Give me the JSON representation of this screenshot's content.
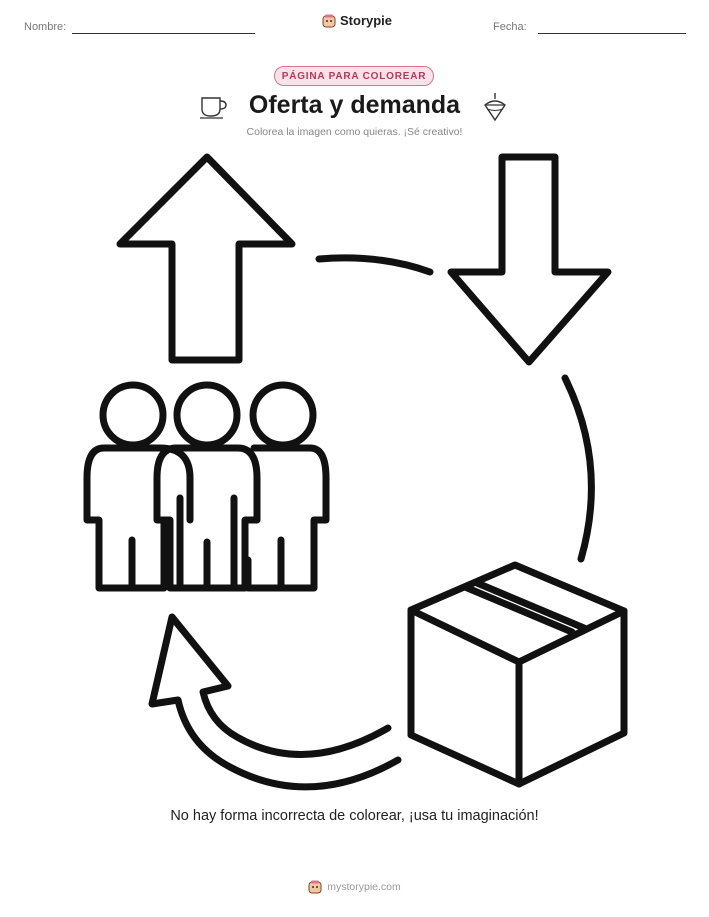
{
  "header": {
    "name_label": "Nombre:",
    "date_label": "Fecha:",
    "brand": "Storypie"
  },
  "badge": "PÁGINA PARA COLOREAR",
  "title": "Oferta y demanda",
  "subtitle": "Colorea la imagen como quieras. ¡Sé creativo!",
  "footer": {
    "message": "No hay forma incorrecta de colorear, ¡usa tu imaginación!",
    "url": "mystorypie.com"
  },
  "icons": [
    "cup-icon",
    "spinning-top-icon",
    "storypie-logo-icon",
    "up-arrow-icon",
    "down-arrow-icon",
    "people-group-icon",
    "box-icon",
    "curved-arrow-icon"
  ]
}
